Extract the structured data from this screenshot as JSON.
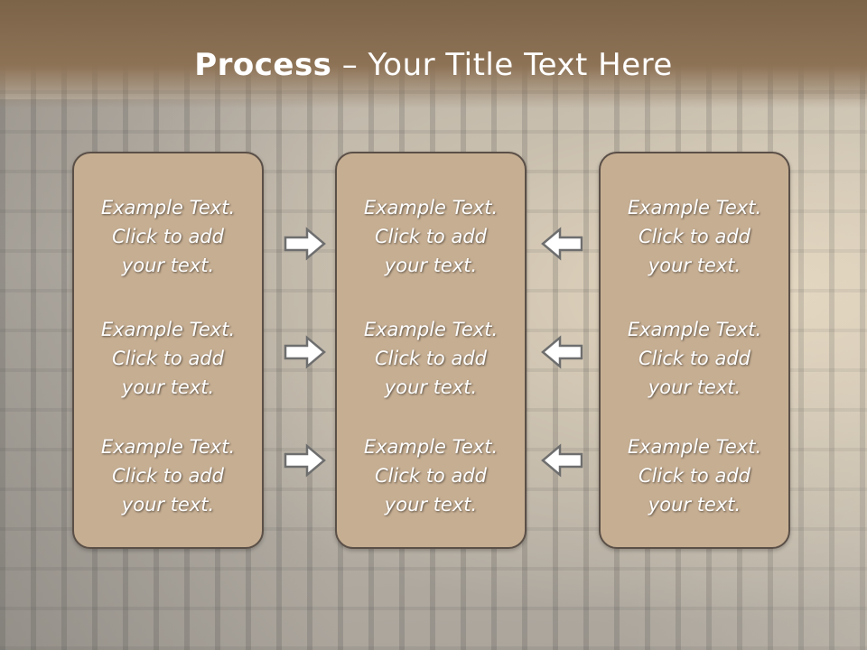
{
  "slide": {
    "title_bold": "Process",
    "title_rest": " – Your Title Text Here"
  },
  "columns": [
    {
      "items": [
        {
          "line1": "Example Text.",
          "line2": "Click  to add",
          "line3": "your text."
        },
        {
          "line1": "Example Text.",
          "line2": "Click  to add",
          "line3": "your text."
        },
        {
          "line1": "Example Text.",
          "line2": "Click  to add",
          "line3": "your text."
        }
      ]
    },
    {
      "items": [
        {
          "line1": "Example Text.",
          "line2": "Click  to add",
          "line3": "your text."
        },
        {
          "line1": "Example Text.",
          "line2": "Click  to add",
          "line3": "your text."
        },
        {
          "line1": "Example Text.",
          "line2": "Click  to add",
          "line3": "your text."
        }
      ]
    },
    {
      "items": [
        {
          "line1": "Example Text.",
          "line2": "Click  to add",
          "line3": "your text."
        },
        {
          "line1": "Example Text.",
          "line2": "Click  to add",
          "line3": "your text."
        },
        {
          "line1": "Example Text.",
          "line2": "Click  to add",
          "line3": "your text."
        }
      ]
    }
  ],
  "arrows": {
    "left_group": "right-arrow-icon",
    "right_group": "left-arrow-icon"
  },
  "colors": {
    "panel_fill": "#c6ae92",
    "panel_border": "#5b5048",
    "title_band": "#8d7255",
    "text": "#ffffff"
  }
}
